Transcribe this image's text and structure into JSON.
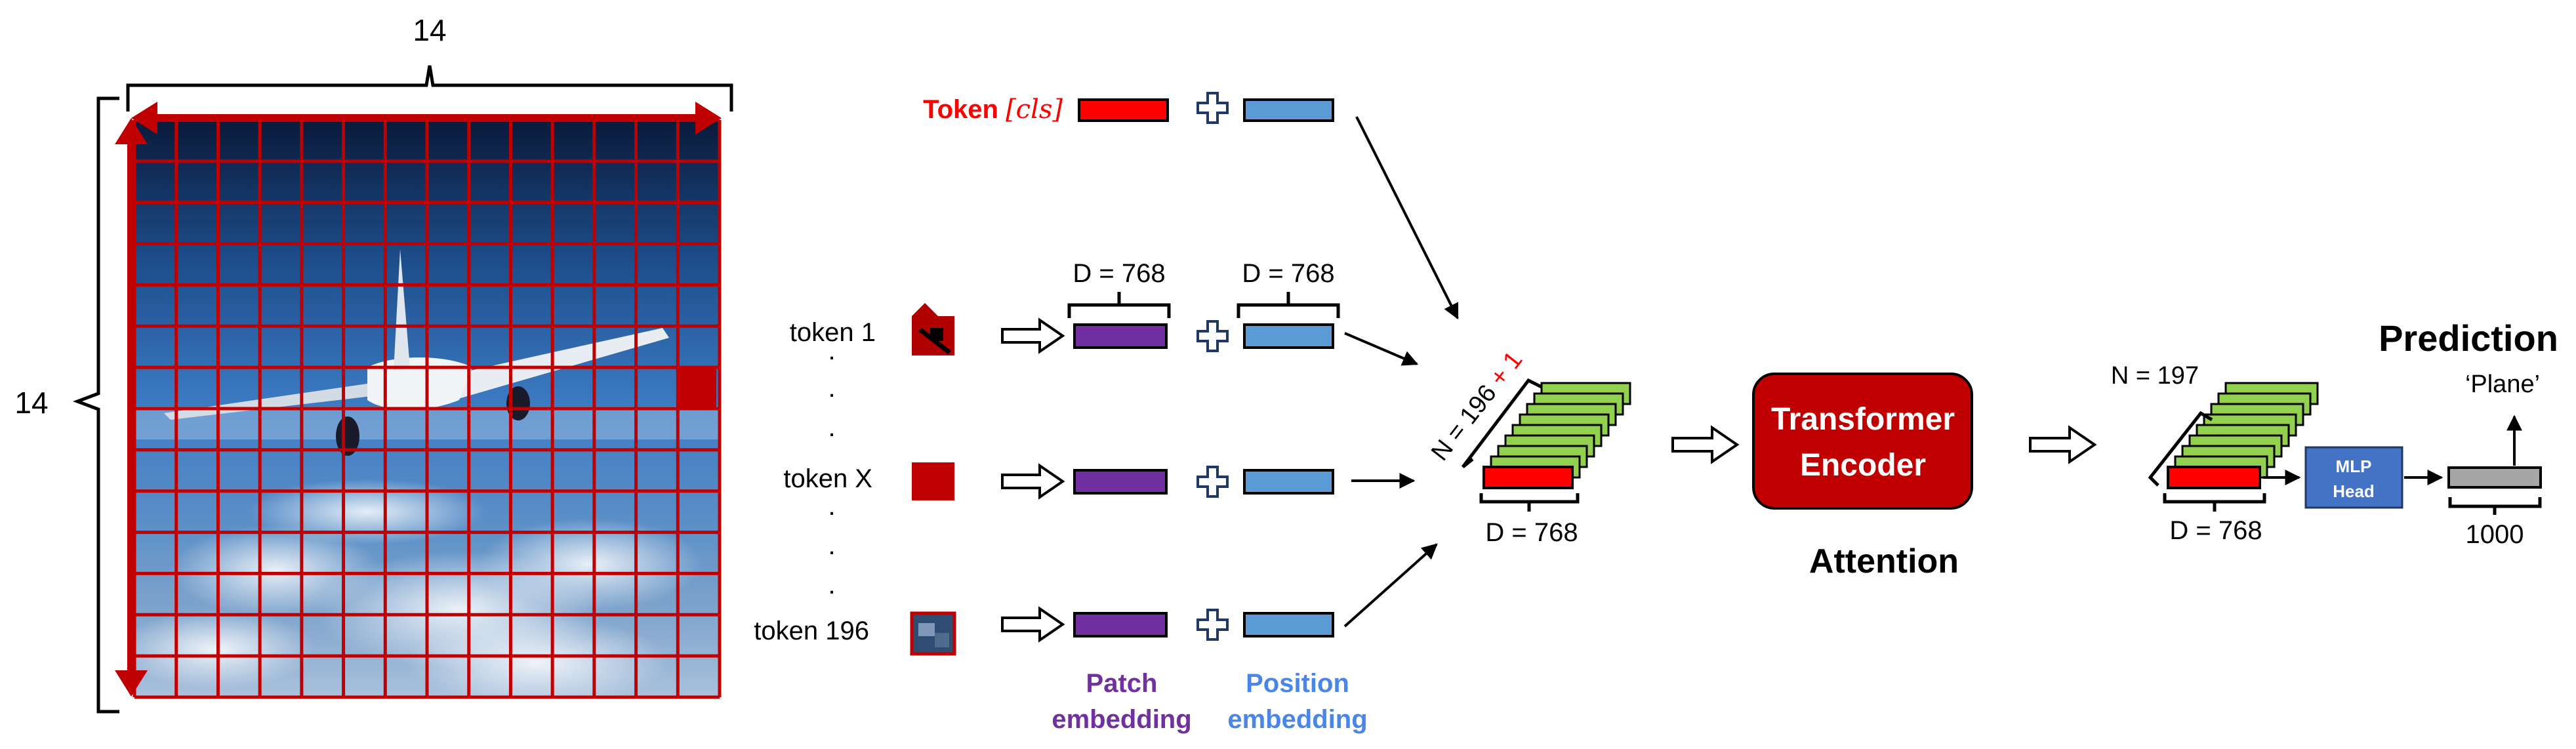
{
  "image_grid": {
    "top_label": "14",
    "side_label": "14",
    "grid_size": 14,
    "grid_color": "#c00000"
  },
  "cls_token": {
    "prefix": "Token ",
    "math": "[cls]",
    "color": "#ff0000"
  },
  "tokens": {
    "first": "token 1",
    "middle": "token X",
    "last": "token 196",
    "ellipsis": "."
  },
  "dims": {
    "patch_dim": "D = 768",
    "pos_dim": "D = 768",
    "stack_dim": "D = 768",
    "output_dim": "D = 768",
    "classes": "1000"
  },
  "embedding_labels": {
    "patch_line1": "Patch",
    "patch_line2": "embedding",
    "position_line1": "Position",
    "position_line2": "embedding"
  },
  "sequence_label": {
    "main": "N = 196",
    "plus": " + 1"
  },
  "encoder": {
    "line1": "Transformer",
    "line2": "Encoder",
    "caption": "Attention"
  },
  "output": {
    "n_label": "N = 197",
    "mlp_line1": "MLP",
    "mlp_line2": "Head",
    "prediction_title": "Prediction",
    "prediction_value": "‘Plane’"
  },
  "colors": {
    "cls": "#ff0000",
    "patch": "#7030a0",
    "position": "#5b9bd5",
    "encoder": "#c00000",
    "stack": "#92d050",
    "mlp": "#4472c4",
    "output_bar": "#a6a6a6",
    "text_red": "#ff0000",
    "patch_text": "#7030a0",
    "position_text": "#4a86e8"
  }
}
